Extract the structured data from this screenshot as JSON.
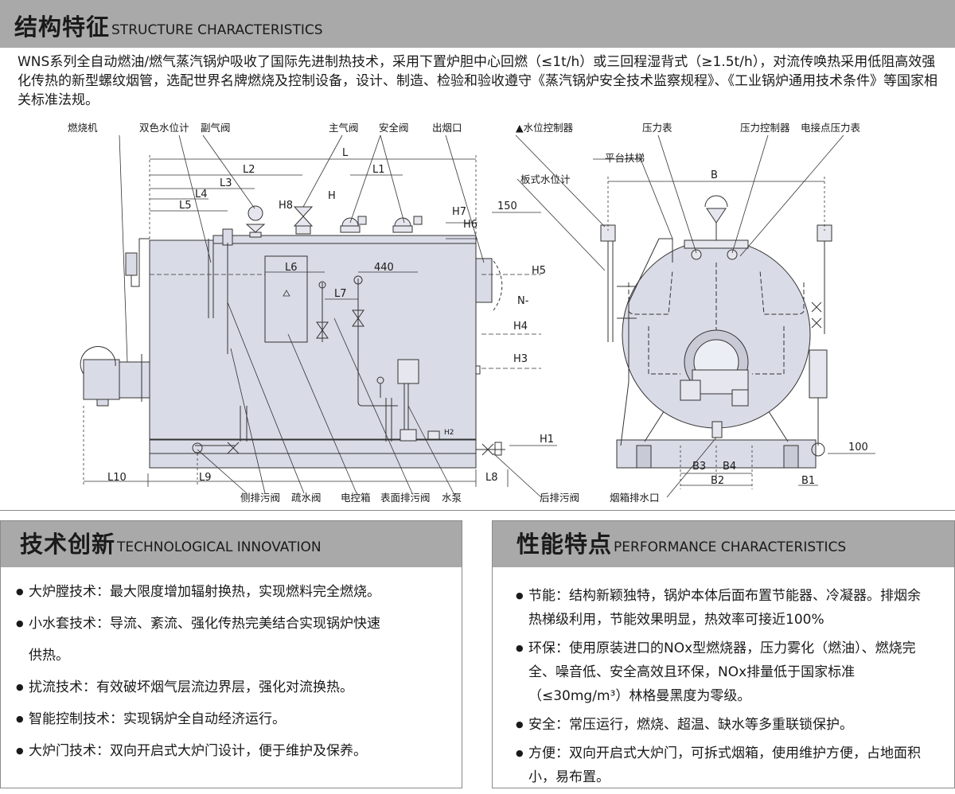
{
  "structure": {
    "title_zh": "结构特征",
    "title_en": "STRUCTURE CHARACTERISTICS",
    "intro": "WNS系列全自动燃油/燃气蒸汽锅炉吸收了国际先进制热技术，采用下置炉胆中心回燃（≤1t/h）或三回程湿背式（≥1.5t/h），对流传唤热采用低阻高效强化传热的新型螺纹烟管，选配世界名牌燃烧及控制设备，设计、制造、检验和验收遵守《蒸汽锅炉安全技术监察规程》、《工业锅炉通用技术条件》等国家相关标准法规。"
  },
  "diagram": {
    "labels": {
      "burner": "燃烧机",
      "level_gauge": "双色水位计",
      "aux_valve": "副气阀",
      "main_valve": "主气阀",
      "safety_valve": "安全阀",
      "smoke_outlet": "出烟口",
      "level_ctrl": "▲水位控制器",
      "pressure_gauge": "压力表",
      "pressure_ctrl": "压力控制器",
      "contact_gauge": "电接点压力表",
      "platform": "平台扶梯",
      "plate_gauge": "板式水位计",
      "side_drain": "侧排污阀",
      "drain_valve": "疏水阀",
      "control_box": "电控箱",
      "surface_drain": "表面排污阀",
      "pump": "水泵",
      "rear_drain": "后排污阀",
      "smokebox_drain": "烟箱排水口"
    },
    "dims": {
      "L": "L",
      "L1": "L1",
      "L2": "L2",
      "L3": "L3",
      "L4": "L4",
      "L5": "L5",
      "L6": "L6",
      "L7": "L7",
      "L8": "L8",
      "L9": "L9",
      "L10": "L10",
      "H": "H",
      "H1": "H1",
      "H2": "H2",
      "H3": "H3",
      "H4": "H4",
      "H5": "H5",
      "H6": "H6",
      "H7": "H7",
      "H8": "H8",
      "v440": "440",
      "v150": "150",
      "v100": "100",
      "N": "N-",
      "B": "B",
      "B1": "B1",
      "B2": "B2",
      "B3": "B3",
      "B4": "B4"
    }
  },
  "innovation": {
    "title_zh": "技术创新",
    "title_en": "TECHNOLOGICAL INNOVATION",
    "items": [
      "大炉膛技术：最大限度增加辐射换热，实现燃料完全燃烧。",
      "小水套技术：导流、紊流、强化传热完美结合实现锅炉快速",
      "扰流技术：有效破坏烟气层流边界层，强化对流换热。",
      "智能控制技术：实现锅炉全自动经济运行。",
      "大炉门技术：双向开启式大炉门设计，便于维护及保养。"
    ],
    "item1_cont": "供热。"
  },
  "performance": {
    "title_zh": "性能特点",
    "title_en": "PERFORMANCE CHARACTERISTICS",
    "items": [
      "节能：结构新颖独特，锅炉本体后面布置节能器、冷凝器。排烟余热梯级利用，节能效果明显，热效率可接近100%",
      "环保：使用原装进口的NOx型燃烧器，压力雾化（燃油）、燃烧完全、噪音低、安全高效且环保，NOx排量低于国家标准（≤30mg/m³）林格曼黑度为零级。",
      "安全：常压运行，燃烧、超温、缺水等多重联锁保护。",
      "方便：双向开启式大炉门，可拆式烟箱，使用维护方便，占地面积小，易布置。"
    ]
  },
  "colors": {
    "header_bg": "#a9a9a9",
    "boiler_fill": "#d9dbe6",
    "border": "#8a8a8a"
  }
}
